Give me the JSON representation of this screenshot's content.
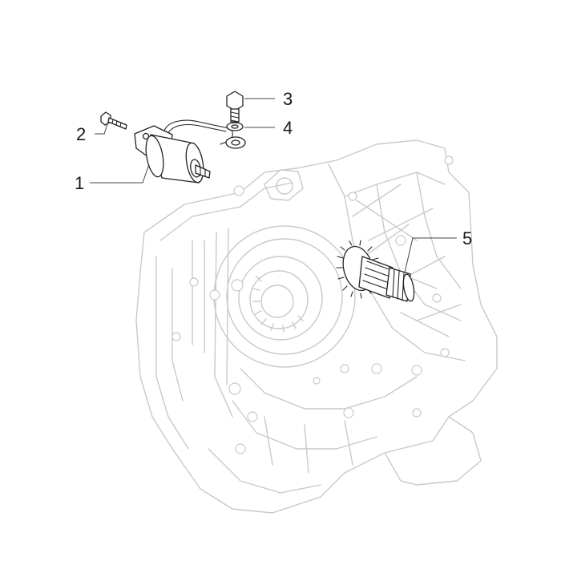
{
  "callouts": [
    {
      "number": "1",
      "part": "starter-motor"
    },
    {
      "number": "2",
      "part": "mounting-screw"
    },
    {
      "number": "3",
      "part": "bolt"
    },
    {
      "number": "4",
      "part": "washer"
    },
    {
      "number": "5",
      "part": "starter-gear"
    }
  ],
  "colors": {
    "background": "#ffffff",
    "ghost_outline": "#c9c9c9",
    "part_outline": "#222222",
    "callout_text": "#1a1a1a"
  }
}
